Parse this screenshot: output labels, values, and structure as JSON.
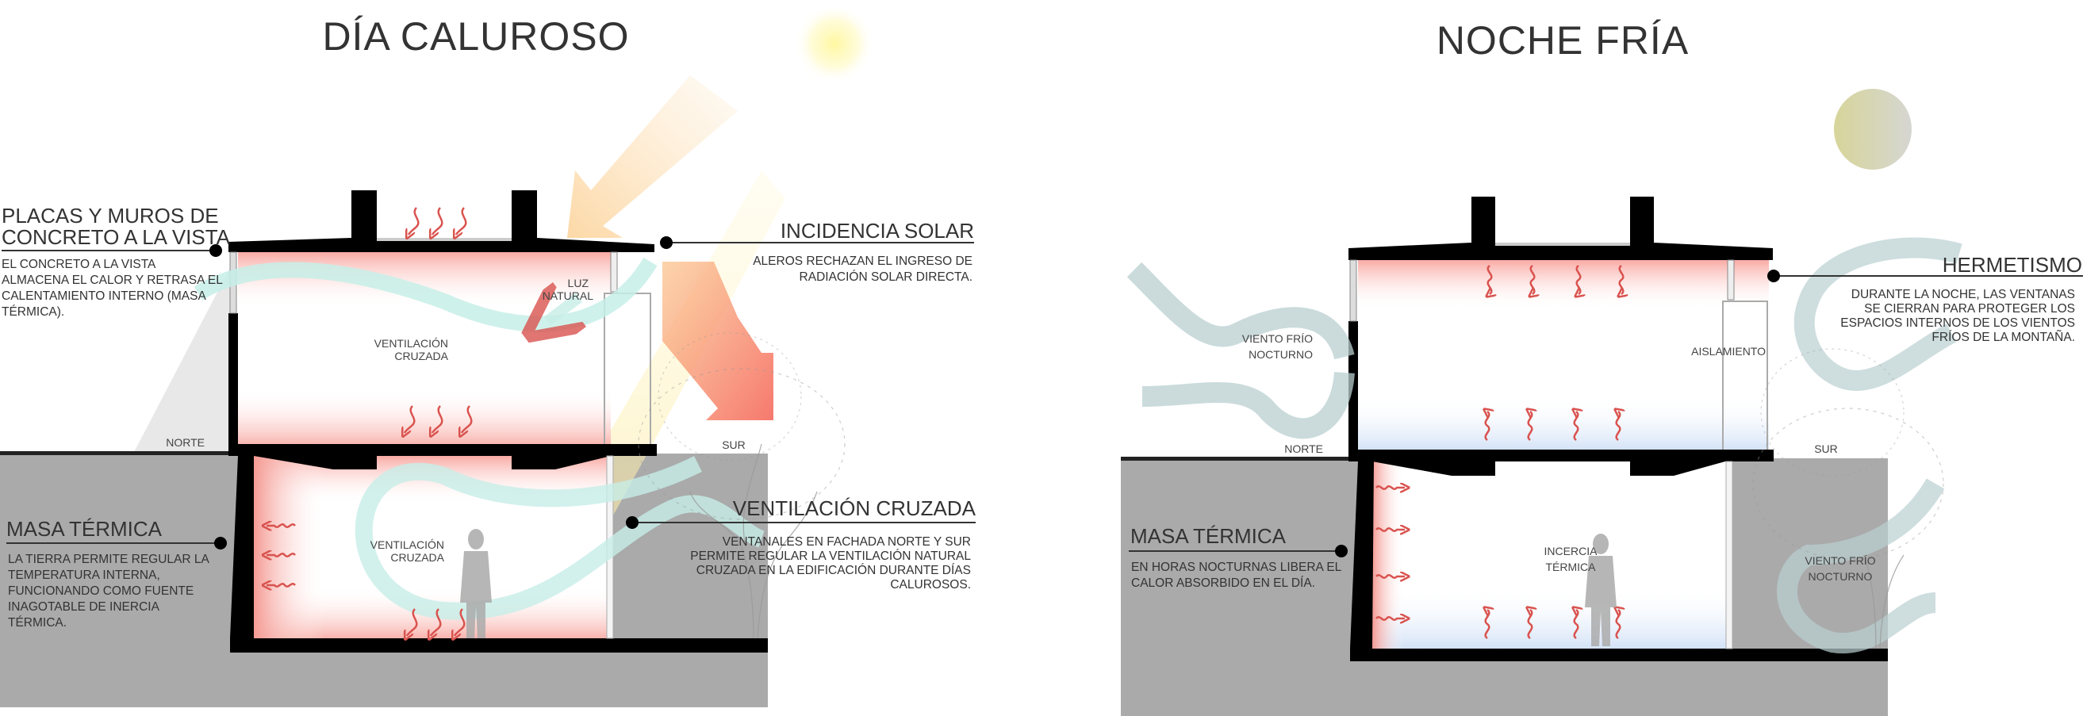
{
  "colors": {
    "concrete": "#000000",
    "ground": "#aaaaaa",
    "heat": "#f27c7c",
    "heat_arrow": "#d9534f",
    "cool": "#dbe8f7",
    "wind_day": "#c7eee7",
    "wind_night": "#b9cfd0",
    "sun": "#fff8a0",
    "sun_ray": "#fcd9a3",
    "hot_ray": "#f56a5e",
    "moon_left": "#d6d59a",
    "moon_right": "#d5d5d0",
    "text": "#333333"
  },
  "day": {
    "title": "DÍA CALUROSO",
    "icons": {
      "sun": "sun-icon",
      "person": "person-silhouette-icon",
      "tree": "tree-icon"
    },
    "callouts": {
      "concrete": {
        "heading_line1": "PLACAS Y MUROS DE",
        "heading_line2": "CONCRETO A LA VISTA",
        "body": [
          "EL CONCRETO A LA VISTA",
          "ALMACENA EL CALOR Y RETRASA EL",
          "CALENTAMIENTO INTERNO (MASA",
          "TÉRMICA)."
        ]
      },
      "solar": {
        "heading": "INCIDENCIA SOLAR",
        "body": [
          "ALEROS RECHAZAN EL INGRESO DE",
          "RADIACIÓN SOLAR DIRECTA."
        ]
      },
      "thermal_mass": {
        "heading": "MASA TÉRMICA",
        "body": [
          "LA TIERRA PERMITE REGULAR LA",
          "TEMPERATURA INTERNA,",
          "FUNCIONANDO COMO FUENTE",
          "INAGOTABLE DE INERCIA",
          "TÉRMICA."
        ]
      },
      "cross_vent": {
        "heading": "VENTILACIÓN CRUZADA",
        "body": [
          "VENTANALES EN FACHADA NORTE Y SUR",
          "PERMITE REGULAR LA VENTILACIÓN NATURAL",
          "CRUZADA EN LA EDIFICACIÓN DURANTE DÍAS",
          "CALUROSOS."
        ]
      }
    },
    "labels": {
      "natural_light_1": "LUZ",
      "natural_light_2": "NATURAL",
      "vent_upper_1": "VENTILACIÓN",
      "vent_upper_2": "CRUZADA",
      "vent_lower_1": "VENTILACIÓN",
      "vent_lower_2": "CRUZADA",
      "north": "NORTE",
      "south": "SUR"
    }
  },
  "night": {
    "title": "NOCHE FRÍA",
    "icons": {
      "moon": "moon-icon",
      "person": "person-silhouette-icon",
      "tree": "tree-icon"
    },
    "callouts": {
      "hermetic": {
        "heading": "HERMETISMO",
        "body": [
          "DURANTE LA NOCHE, LAS VENTANAS",
          "SE CIERRAN PARA PROTEGER LOS",
          "ESPACIOS INTERNOS DE LOS VIENTOS",
          "FRÍOS DE LA MONTAÑA."
        ]
      },
      "thermal_mass": {
        "heading": "MASA TÉRMICA",
        "body": [
          "EN HORAS NOCTURNAS LIBERA EL",
          "CALOR ABSORBIDO EN EL DÍA."
        ]
      }
    },
    "labels": {
      "cold_wind_left_1": "VIENTO FRÍO",
      "cold_wind_left_2": "NOCTURNO",
      "insulation": "AISLAMIENTO",
      "inertia_1": "INCERCIA",
      "inertia_2": "TÉRMICA",
      "cold_wind_right_1": "VIENTO FRÍO",
      "cold_wind_right_2": "NOCTURNO",
      "north": "NORTE",
      "south": "SUR"
    }
  }
}
